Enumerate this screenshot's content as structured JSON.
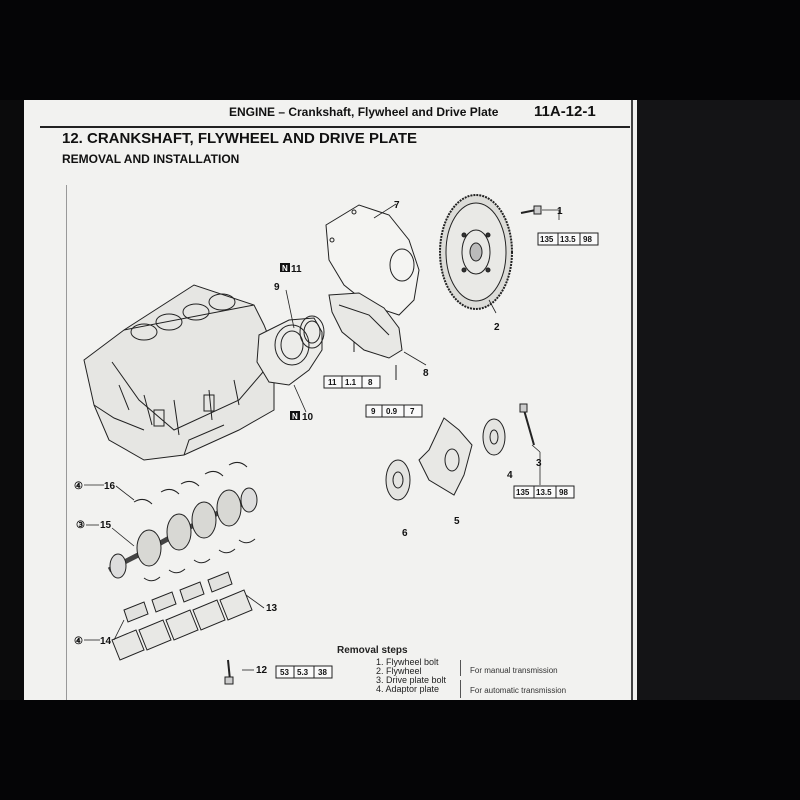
{
  "header": {
    "section": "ENGINE – Crankshaft, Flywheel and Drive Plate",
    "page_number": "11A-12-1"
  },
  "title": "12. CRANKSHAFT, FLYWHEEL AND DRIVE PLATE",
  "subtitle": "REMOVAL AND INSTALLATION",
  "callouts": {
    "c1": "1",
    "c2": "2",
    "c3": "3",
    "c4": "4",
    "c5": "5",
    "c6": "6",
    "c7": "7",
    "c8": "8",
    "c9": "9",
    "c10": "10",
    "c11": "11",
    "c12": "12",
    "c13": "13",
    "c14": "14",
    "c15": "15",
    "c16": "16",
    "n_mark": "N",
    "circ3": "③",
    "circ4": "④"
  },
  "torque_specs": {
    "spec1": [
      "135",
      "13.5",
      "98"
    ],
    "spec3": [
      "135",
      "13.5",
      "98"
    ],
    "spec8a": [
      "11",
      "1.1",
      "8"
    ],
    "spec8b": [
      "9",
      "0.9",
      "7"
    ],
    "spec12": [
      "53",
      "5.3",
      "38"
    ]
  },
  "removal_steps": {
    "title": "Removal steps",
    "items": [
      "1. Flywheel bolt",
      "2. Flywheel",
      "3. Drive plate bolt",
      "4. Adaptor plate"
    ],
    "note_manual": "For manual transmission",
    "note_auto": "For automatic transmission"
  }
}
